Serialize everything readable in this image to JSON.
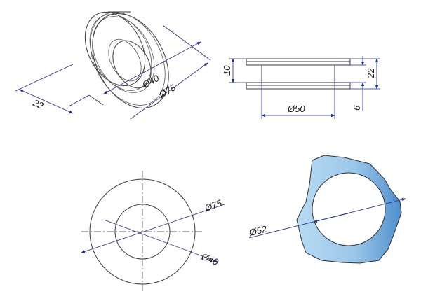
{
  "colors": {
    "dimension_line": "#1e2a8c",
    "outline": "#3a3a3a",
    "section_fill_light": "#a9d1ef",
    "section_fill_dark": "#5b97cf"
  },
  "iso_view": {
    "width_label": "22",
    "inner_dia_label": "Ø40",
    "outer_dia_label": "Ø75"
  },
  "side_view": {
    "flange_label": "10",
    "total_height_label": "22",
    "groove_label": "6",
    "hub_dia_label": "Ø50"
  },
  "front_view": {
    "outer_dia_label": "Ø75",
    "inner_dia_label": "Ø40"
  },
  "section_view": {
    "hole_dia_label": "Ø52"
  }
}
